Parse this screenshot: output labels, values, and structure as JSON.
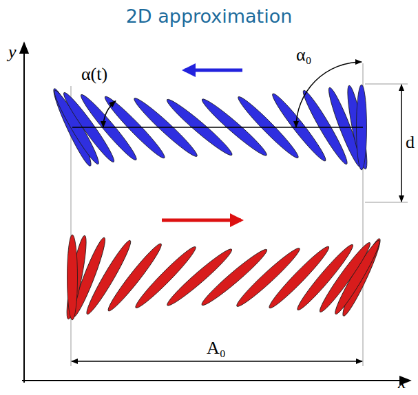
{
  "diagram": {
    "title": "2D approximation",
    "labels": [
      "y",
      "x",
      "α(t)",
      "α₀",
      "d",
      "A₀"
    ]
  }
}
